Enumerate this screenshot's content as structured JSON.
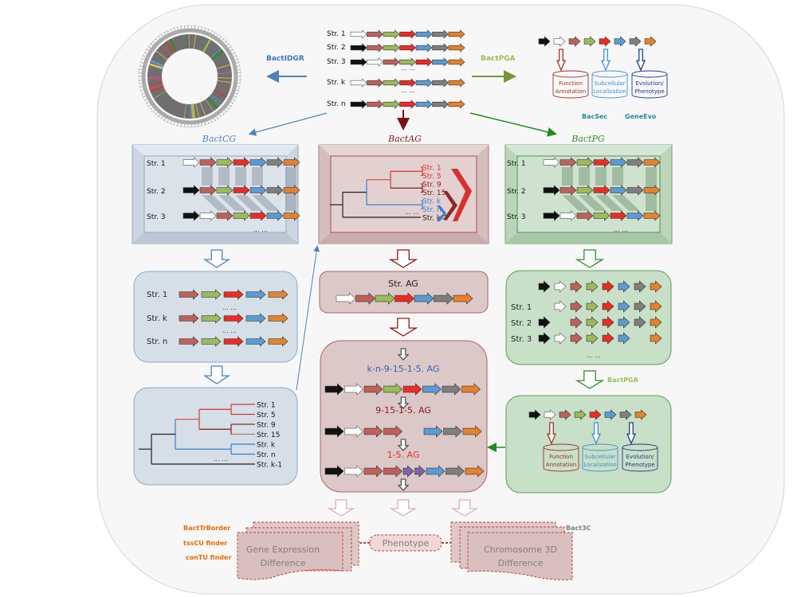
{
  "colors": {
    "black": "#111111",
    "white": "#ffffff",
    "rose": "#c0605a",
    "green": "#9bbb59",
    "red": "#ee2a24",
    "blue": "#5b9bd5",
    "gray": "#7f7f7f",
    "orange": "#e6822a",
    "purple": "#8064a2",
    "cg_accent": "#4f81bd",
    "ag_accent": "#8b1a1a",
    "pg_accent": "#2e8b2e",
    "pga_label": "#7a9a30"
  },
  "top": {
    "strains": [
      {
        "label": "Str. 1",
        "genes": [
          "white",
          "rose",
          "green",
          "red",
          "blue",
          "gray",
          "orange"
        ]
      },
      {
        "label": "Str. 2",
        "genes": [
          "black",
          "rose",
          "green",
          "red",
          "blue",
          "gray",
          "orange"
        ]
      },
      {
        "label": "Str. 3",
        "genes": [
          "black",
          "white",
          "rose",
          "green",
          "red",
          "blue",
          "orange"
        ]
      },
      {
        "label": "Str. k",
        "genes": [
          "white",
          "rose",
          "green",
          "red",
          "blue",
          "gray",
          "orange"
        ]
      },
      {
        "label": "Str. n",
        "genes": [
          "black",
          "rose",
          "green",
          "red",
          "blue",
          "gray",
          "orange"
        ]
      }
    ],
    "ellipsis": "... ...",
    "bactidgr_label": "BactIDGR",
    "bactpga_label": "BactPGA",
    "pga_genes": [
      "black",
      "white",
      "rose",
      "green",
      "red",
      "blue",
      "gray",
      "orange"
    ],
    "databases": [
      {
        "line1": "Function",
        "line2": "Annotation"
      },
      {
        "line1": "Subcellular",
        "line2": "Localization"
      },
      {
        "line1": "Evolution/",
        "line2": "Phenotype"
      }
    ],
    "bacsec_label": "BacSec",
    "geneevo_label": "GeneEvo"
  },
  "cg": {
    "title": "BactCG",
    "strains": [
      {
        "label": "Str. 1",
        "genes": [
          "white",
          "rose",
          "green",
          "red",
          "blue",
          "gray",
          "orange"
        ]
      },
      {
        "label": "Str. 2",
        "genes": [
          "black",
          "rose",
          "green",
          "red",
          "blue",
          "gray",
          "orange"
        ]
      },
      {
        "label": "Str. 3",
        "genes": [
          "black",
          "white",
          "rose",
          "green",
          "red",
          "blue",
          "orange"
        ]
      }
    ],
    "ellipsis": "... ...",
    "core_rows": [
      {
        "label": "Str. 1"
      },
      {
        "label": "Str. k"
      },
      {
        "label": "Str. n"
      }
    ],
    "core_genes": [
      "rose",
      "green",
      "red",
      "blue",
      "orange"
    ],
    "tree_leaves": [
      "Str. 1",
      "Str. 5",
      "Str. 9",
      "Str. 15",
      "Str. k",
      "Str. n",
      "Str. k-1"
    ]
  },
  "ag": {
    "title": "BactAG",
    "tree_leaves": [
      "Str. 1",
      "Str. 5",
      "Str. 9",
      "Str. 15",
      "Str. k",
      "Str. n",
      "Str. k-1"
    ],
    "ellipsis": "... ...",
    "str_ag_label": "Str. AG",
    "str_ag_genes": [
      "white",
      "rose",
      "green",
      "red",
      "blue",
      "gray",
      "orange"
    ],
    "steps": [
      {
        "label": "k-n-9-15-1-5. AG",
        "genes": [
          "black",
          "white",
          "rose",
          "green",
          "red",
          "blue",
          "gray",
          "orange"
        ]
      },
      {
        "label": "9-15-1-5. AG",
        "genes": [
          "black",
          "white",
          "rose",
          "rose",
          "gap",
          "blue",
          "gray",
          "orange"
        ]
      },
      {
        "label": "1-5. AG",
        "genes": [
          "black",
          "white",
          "rose",
          "rose",
          "purple",
          "purple",
          "blue",
          "gray",
          "orange"
        ]
      }
    ]
  },
  "pg": {
    "title": "BactPG",
    "strains": [
      {
        "label": "Str. 1",
        "genes": [
          "white",
          "rose",
          "green",
          "red",
          "blue",
          "gray",
          "orange"
        ]
      },
      {
        "label": "Str. 2",
        "genes": [
          "black",
          "rose",
          "green",
          "red",
          "blue",
          "gray",
          "orange"
        ]
      },
      {
        "label": "Str. 3",
        "genes": [
          "black",
          "white",
          "rose",
          "green",
          "red",
          "blue",
          "orange"
        ]
      }
    ],
    "ellipsis": "... ...",
    "pan_header_genes": [
      "black",
      "white",
      "rose",
      "green",
      "red",
      "blue",
      "gray",
      "orange"
    ],
    "pan_rows": [
      {
        "label": "Str. 1",
        "genes": [
          "none",
          "white",
          "rose",
          "green",
          "red",
          "blue",
          "gray",
          "orange"
        ]
      },
      {
        "label": "Str. 2",
        "genes": [
          "black",
          "none",
          "rose",
          "green",
          "red",
          "blue",
          "gray",
          "orange"
        ]
      },
      {
        "label": "Str. 3",
        "genes": [
          "black",
          "white",
          "rose",
          "green",
          "red",
          "blue",
          "none",
          "orange"
        ]
      }
    ],
    "bactpga_label": "BactPGA",
    "databases": [
      {
        "line1": "Function",
        "line2": "Annotation"
      },
      {
        "line1": "Subcellular",
        "line2": "Localization"
      },
      {
        "line1": "Evolution/",
        "line2": "Phenotype"
      }
    ]
  },
  "bottom": {
    "tools": [
      "BactTrBorder",
      "tssCU finder",
      "conTU finder"
    ],
    "gene_expression": {
      "line1": "Gene Expression",
      "line2": "Difference"
    },
    "phenotype": "Phenotype",
    "chromosome": {
      "line1": "Chromosome 3D",
      "line2": "Difference"
    },
    "bact3c_label": "Bact3C"
  }
}
